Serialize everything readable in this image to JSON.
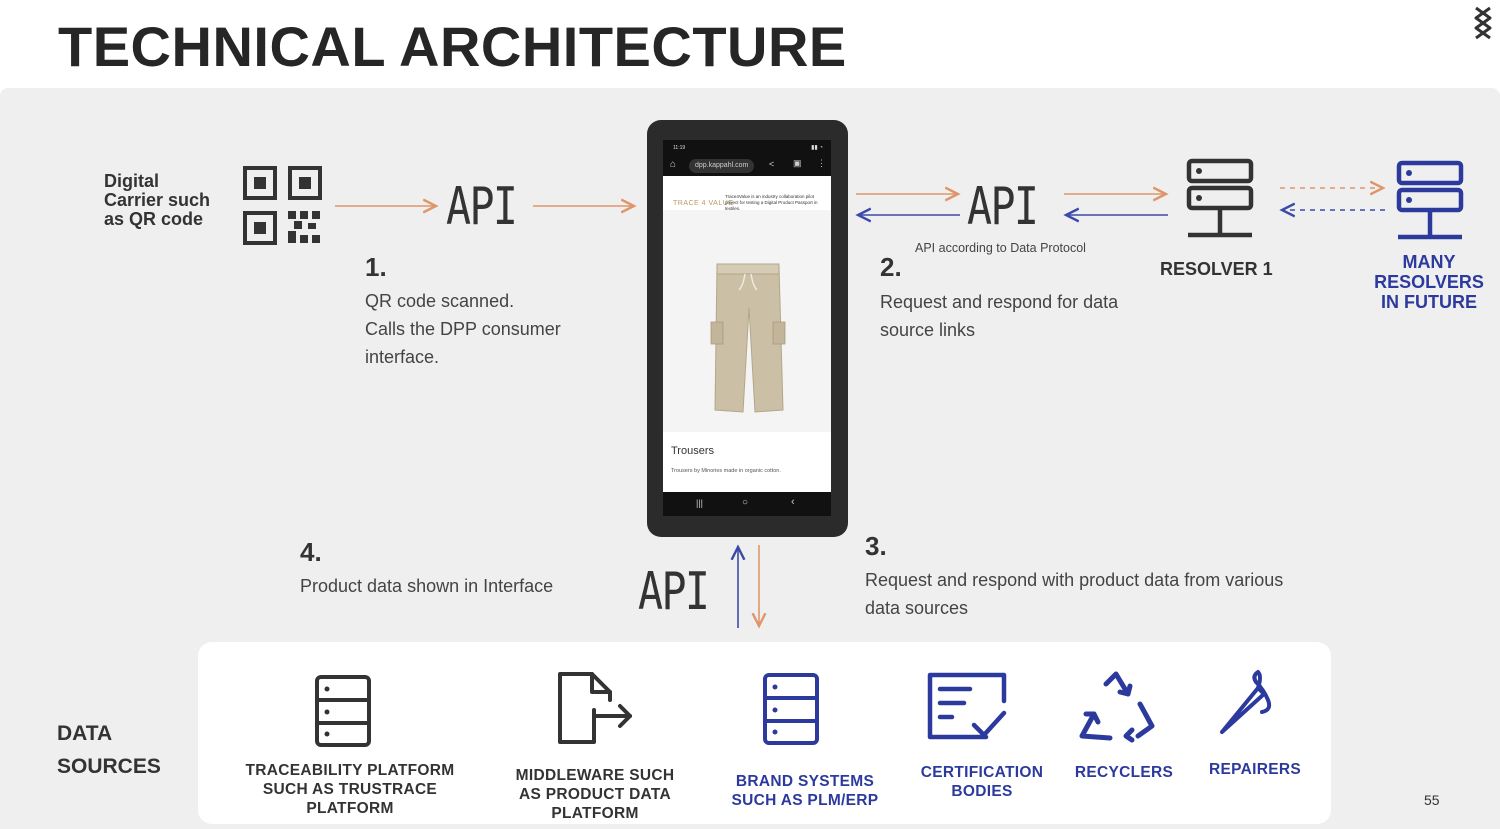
{
  "title": "TECHNICAL ARCHITECTURE",
  "carrier_label": [
    "Digital",
    "Carrier such",
    "as QR code"
  ],
  "api_label": "API",
  "steps": {
    "s1": {
      "num": "1.",
      "lines": [
        "QR code scanned.",
        "Calls the DPP consumer",
        "interface."
      ]
    },
    "s2": {
      "num": "2.",
      "lines": [
        "Request and respond for data",
        "source links"
      ],
      "protocol_note": "API according to Data Protocol"
    },
    "s3": {
      "num": "3.",
      "lines": [
        "Request and respond with product data from various",
        "data sources"
      ]
    },
    "s4": {
      "num": "4.",
      "lines": [
        "Product data shown in Interface"
      ]
    }
  },
  "resolver_label": "RESOLVER 1",
  "many_resolvers": [
    "MANY",
    "RESOLVERS",
    "IN FUTURE"
  ],
  "phone": {
    "status_time": "11:19",
    "url": "dpp.kappahl.com",
    "brand_logo": "TRACE 4 VALUE",
    "brand_text": "Trace4Value is an industry collaboration pilot project for testing a Digital Product Passport in textiles.",
    "product_name": "Trousers",
    "product_desc": "Trousers by Minories made in organic cotton."
  },
  "data_sources_title": [
    "DATA",
    "SOURCES"
  ],
  "sources": [
    {
      "lines": [
        "TRACEABILITY PLATFORM",
        "SUCH AS TRUSTRACE",
        "PLATFORM"
      ],
      "icon": "server-icon",
      "color": "#333333"
    },
    {
      "lines": [
        "MIDDLEWARE SUCH",
        "AS PRODUCT DATA",
        "PLATFORM"
      ],
      "icon": "file-export-icon",
      "color": "#333333"
    },
    {
      "lines": [
        "BRAND SYSTEMS",
        "SUCH AS PLM/ERP"
      ],
      "icon": "server-icon",
      "color": "#2c3a9e"
    },
    {
      "lines": [
        "CERTIFICATION",
        "BODIES"
      ],
      "icon": "certificate-icon",
      "color": "#2c3a9e"
    },
    {
      "lines": [
        "RECYCLERS"
      ],
      "icon": "recycle-icon",
      "color": "#2c3a9e"
    },
    {
      "lines": [
        "REPAIRERS"
      ],
      "icon": "needle-icon",
      "color": "#2c3a9e"
    }
  ],
  "page_number": "55",
  "colors": {
    "orange_arrow": "#e0956a",
    "blue_arrow": "#3b4aa8",
    "brand_blue": "#2c3a9e",
    "dark": "#333333"
  }
}
